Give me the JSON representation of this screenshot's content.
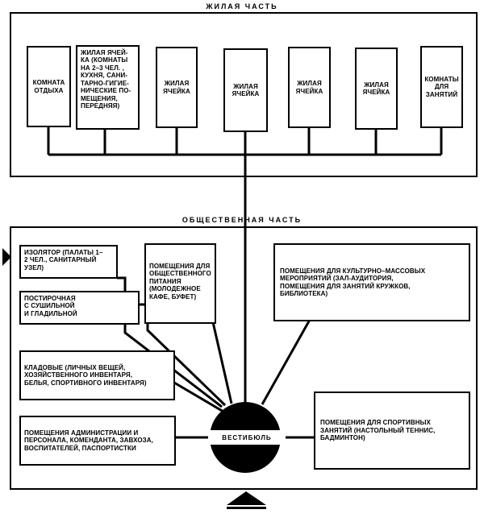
{
  "residential": {
    "title": "ЖИЛАЯ ЧАСТЬ",
    "cells": [
      {
        "label": "КОМНАТА\nОТДЫХА"
      },
      {
        "label": "ЖИЛАЯ ЯЧЕЙ-\nКА (КОМНАТЫ\nНА 2–3 ЧЕЛ. ,\nКУХНЯ, САНИ-\nТАРНО-ГИГИЕ-\nНИЧЕСКИЕ ПО-\nМЕЩЕНИЯ,\nПЕРЕДНЯЯ)"
      },
      {
        "label": "ЖИЛАЯ\nЯЧЕЙКА"
      },
      {
        "label": "ЖИЛАЯ\nЯЧЕЙКА"
      },
      {
        "label": "ЖИЛАЯ\nЯЧЕЙКА"
      },
      {
        "label": "ЖИЛАЯ\nЯЧЕЙКА"
      },
      {
        "label": "КОМНАТЫ\nДЛЯ\nЗАНЯТИЙ"
      }
    ]
  },
  "public": {
    "title": "ОБЩЕСТВЕННАЯ ЧАСТЬ",
    "isolator": "ИЗОЛЯТОР (ПАЛАТЫ 1–\n2 ЧЕЛ., САНИТАРНЫЙ\nУЗЕЛ)",
    "laundry": "ПОСТИРОЧНАЯ\nС СУШИЛЬНОЙ\nИ ГЛАДИЛЬНОЙ",
    "storage": "КЛАДОВЫЕ (ЛИЧНЫХ ВЕЩЕЙ,\nХОЗЯЙСТВЕННОГО ИНВЕНТАРЯ,\nБЕЛЬЯ, СПОРТИВНОГО ИНВЕНТАРЯ)",
    "admin": "ПОМЕЩЕНИЯ АДМИНИСТРАЦИИ И\nПЕРСОНАЛА, КОМЕНДАНТА, ЗАВХОЗА,\nВОСПИТАТЕЛЕЙ, ПАСПОРТИСТКИ",
    "catering": "ПОМЕЩЕНИЯ ДЛЯ\nОБЩЕСТВЕННОГО\nПИТАНИЯ\n(МОЛОДЕЖНОЕ\nКАФЕ, БУФЕТ)",
    "culture": "ПОМЕЩЕНИЯ ДЛЯ КУЛЬТУРНО–МАССОВЫХ\nМЕРОПРИЯТИЙ (ЗАЛ-АУДИТОРИЯ,\nПОМЕЩЕНИЯ   ДЛЯ ЗАНЯТИЙ КРУЖКОВ,\nБИБЛИОТЕКА)",
    "sport": "ПОМЕЩЕНИЯ ДЛЯ СПОРТИВНЫХ\nЗАНЯТИЙ (НАСТОЛЬНЫЙ ТЕННИС,\nБАДМИНТОН)",
    "vestibule": "ВЕСТИБЮЛЬ"
  }
}
